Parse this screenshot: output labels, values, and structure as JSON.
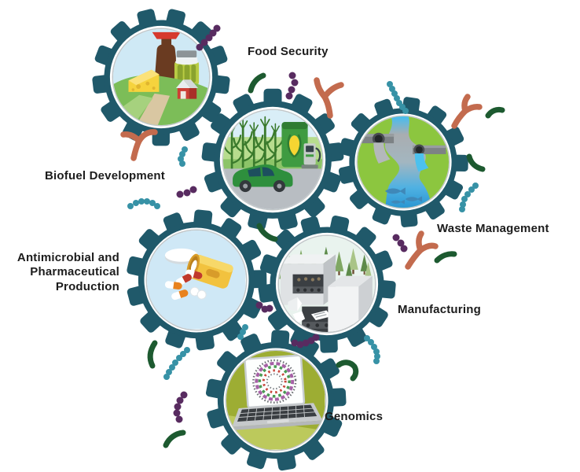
{
  "labels": {
    "food": "Food Security",
    "biofuel": "Biofuel Development",
    "waste": "Waste Management",
    "antimicrobial": [
      "Antimicrobial and",
      "Pharmaceutical",
      "Production"
    ],
    "manufacturing": "Manufacturing",
    "genomics": "Genomics"
  },
  "gears": [
    {
      "label": "Food Security",
      "icon": "farm-food-products-icon"
    },
    {
      "label": "Biofuel Development",
      "icon": "corn-fuel-pump-car-icon"
    },
    {
      "label": "Waste Management",
      "icon": "river-outfall-pipes-fish-icon"
    },
    {
      "label": "Antimicrobial and Pharmaceutical Production",
      "icon": "pill-bottle-capsules-icon"
    },
    {
      "label": "Manufacturing",
      "icon": "factory-conveyor-forest-icon"
    },
    {
      "label": "Genomics",
      "icon": "laptop-genome-map-icon"
    }
  ],
  "colors": {
    "background": "#ffffff",
    "gear": "#20596a",
    "label_text": "#1c1c1c",
    "microbe_teal": "#3792a6",
    "microbe_purple": "#582b60",
    "microbe_green": "#1d5a30",
    "microbe_orange": "#c36b4e"
  }
}
